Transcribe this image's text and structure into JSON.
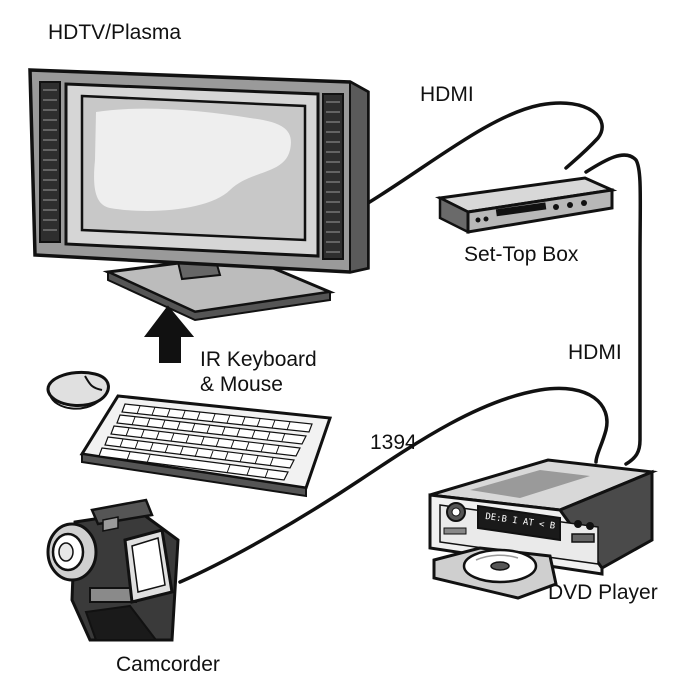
{
  "labels": {
    "tv": "HDTV/Plasma",
    "set_top_box": "Set-Top Box",
    "hdmi_top": "HDMI",
    "hdmi_right": "HDMI",
    "ir_keyboard_line1": "IR Keyboard",
    "ir_keyboard_line2": "& Mouse",
    "firewire": "1394",
    "dvd_player": "DVD Player",
    "camcorder": "Camcorder",
    "dvd_display": "DE:B  I AT < B"
  },
  "colors": {
    "outline": "#111111",
    "screen_grey": "#c8c8c8",
    "body_grey": "#8a8a8a",
    "dark_grey": "#3a3a3a",
    "light_grey": "#e2e2e2"
  }
}
